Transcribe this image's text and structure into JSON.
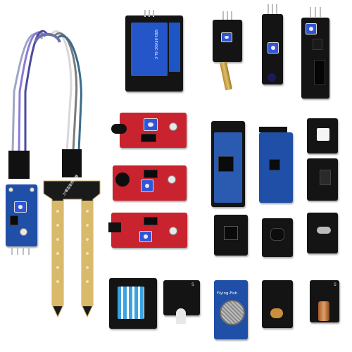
{
  "image": {
    "background": "#ffffff",
    "board_colors": {
      "black": "#141414",
      "blue": "#1f4fa6",
      "red": "#c9232f",
      "relay": "#2556c9"
    }
  },
  "labels": {
    "relay_text": "SRD-05VDC-SL-C",
    "probe_text": "土壤湿度传感器",
    "gas_sensor_brand": "Flying-Fish",
    "pin_s": "S"
  }
}
